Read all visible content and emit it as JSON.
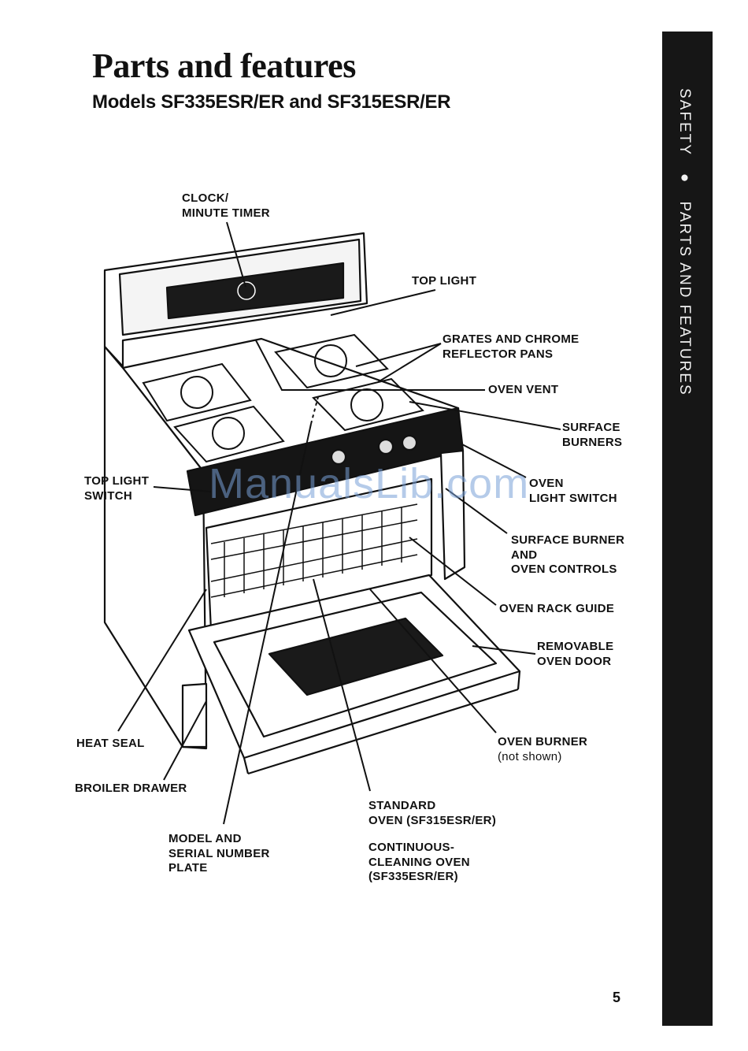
{
  "page": {
    "title": "Parts and features",
    "subtitle": "Models SF335ESR/ER and SF315ESR/ER",
    "side_tab": {
      "part1": "SAFETY",
      "bullet": "●",
      "part2": "PARTS AND FEATURES"
    },
    "page_number": "5",
    "watermark": "ManualsLib.com"
  },
  "labels": {
    "clock": [
      "CLOCK/",
      "MINUTE TIMER"
    ],
    "top_light": [
      "TOP LIGHT"
    ],
    "grates": [
      "GRATES AND CHROME",
      "REFLECTOR PANS"
    ],
    "oven_vent": [
      "OVEN VENT"
    ],
    "surface_burners": [
      "SURFACE",
      "BURNERS"
    ],
    "top_light_switch": [
      "TOP LIGHT",
      "SWITCH"
    ],
    "oven_light_switch": [
      "OVEN",
      "LIGHT SWITCH"
    ],
    "controls": [
      "SURFACE BURNER",
      "AND",
      "OVEN CONTROLS"
    ],
    "rack_guide": [
      "OVEN RACK GUIDE"
    ],
    "oven_door": [
      "REMOVABLE",
      "OVEN DOOR"
    ],
    "heat_seal": [
      "HEAT SEAL"
    ],
    "oven_burner": [
      "OVEN BURNER",
      "(not shown)"
    ],
    "broiler": [
      "BROILER DRAWER"
    ],
    "standard_oven": [
      "STANDARD",
      "OVEN (SF315ESR/ER)"
    ],
    "continuous_oven": [
      "CONTINUOUS-",
      "CLEANING OVEN",
      "(SF335ESR/ER)"
    ],
    "model_plate": [
      "MODEL AND",
      "SERIAL NUMBER",
      "PLATE"
    ]
  }
}
